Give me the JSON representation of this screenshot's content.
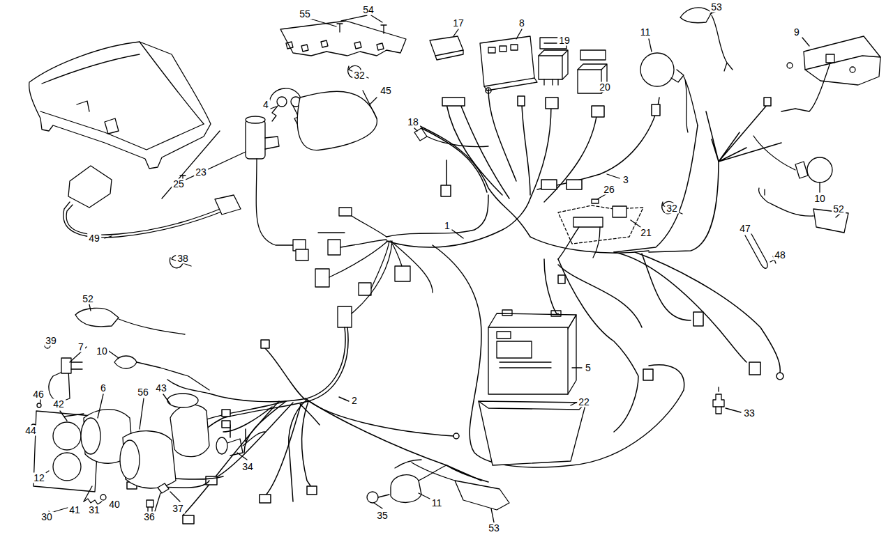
{
  "diagram": {
    "labels": [
      "55",
      "54",
      "17",
      "8",
      "19",
      "53",
      "11",
      "9",
      "32",
      "45",
      "4",
      "18",
      "20",
      "23",
      "25",
      "3",
      "26",
      "10",
      "21",
      "32",
      "1",
      "52",
      "49",
      "47",
      "48",
      "38",
      "52",
      "39",
      "7",
      "10",
      "6",
      "56",
      "43",
      "2",
      "5",
      "22",
      "33",
      "46",
      "42",
      "44",
      "34",
      "12",
      "11",
      "35",
      "37",
      "30",
      "41",
      "31",
      "40",
      "36",
      "53"
    ]
  }
}
